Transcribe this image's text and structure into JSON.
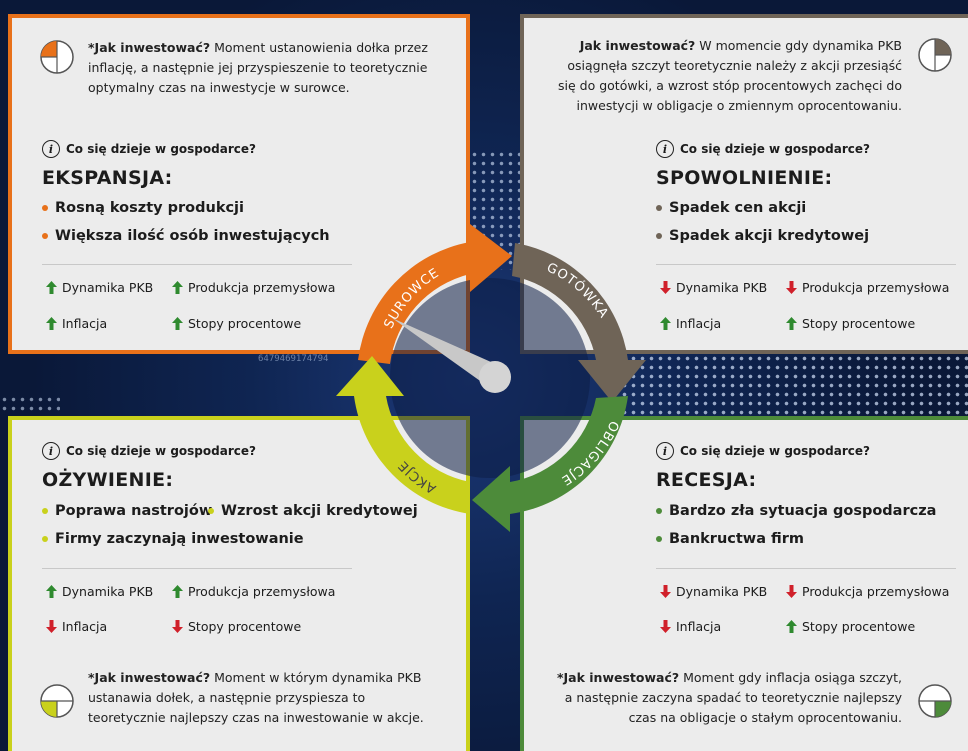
{
  "colors": {
    "surowce": "#e8711a",
    "gotowka": "#6f6457",
    "obligacje": "#4d8b3a",
    "akcje": "#c9d11c",
    "up": "#2f8a2f",
    "down": "#d0202a"
  },
  "cycle": {
    "labels": [
      "SUROWCE",
      "GOTÓWKA",
      "OBLIGACJE",
      "AKCJE"
    ]
  },
  "background": {
    "numbers": "6479469174794"
  },
  "question": "Co się dzieje w gospodarce?",
  "how_label": "*Jak inwestować?",
  "how_label_plain": "Jak inwestować?",
  "panels": {
    "expansion": {
      "how_text": " Moment ustanowienia dołka przez inflację, a następnie jej przyspieszenie to teoretycznie optymalny czas na inwestycje w surowce.",
      "phase": "EKSPANSJA:",
      "bullets": [
        "Rosną koszty produkcji",
        "Większa ilość osób inwestujących"
      ],
      "indicators": [
        {
          "label": "Dynamika PKB",
          "dir": "up"
        },
        {
          "label": "Produkcja przemysłowa",
          "dir": "up"
        },
        {
          "label": "Inflacja",
          "dir": "up"
        },
        {
          "label": "Stopy procentowe",
          "dir": "up"
        }
      ]
    },
    "slowdown": {
      "how_text": " W momencie gdy dynamika PKB osiągnęła szczyt teoretycznie należy z akcji przesiąść się do gotówki, a wzrost stóp procentowych zachęci do inwestycji w obligacje o zmiennym oprocentowaniu.",
      "phase": "SPOWOLNIENIE:",
      "bullets": [
        "Spadek cen akcji",
        "Spadek akcji kredytowej"
      ],
      "indicators": [
        {
          "label": "Dynamika PKB",
          "dir": "down"
        },
        {
          "label": "Produkcja przemysłowa",
          "dir": "down"
        },
        {
          "label": "Inflacja",
          "dir": "up"
        },
        {
          "label": "Stopy procentowe",
          "dir": "up"
        }
      ]
    },
    "recovery": {
      "how_text": " Moment w którym dynamika PKB ustanawia dołek, a następnie przyspiesza to teoretycznie najlepszy czas na inwestowanie w akcje.",
      "phase": "OŻYWIENIE:",
      "bullets": [
        "Poprawa nastrojów",
        "Wzrost akcji kredytowej",
        "Firmy zaczynają inwestowanie"
      ],
      "indicators": [
        {
          "label": "Dynamika PKB",
          "dir": "up"
        },
        {
          "label": "Produkcja przemysłowa",
          "dir": "up"
        },
        {
          "label": "Inflacja",
          "dir": "down"
        },
        {
          "label": "Stopy procentowe",
          "dir": "down"
        }
      ]
    },
    "recession": {
      "how_text": " Moment gdy inflacja osiąga szczyt, a następnie zaczyna spadać to teoretycznie najlepszy czas na obligacje o stałym oprocentowaniu.",
      "phase": "RECESJA:",
      "bullets": [
        "Bardzo zła sytuacja gospodarcza",
        "Bankructwa firm"
      ],
      "indicators": [
        {
          "label": "Dynamika PKB",
          "dir": "down"
        },
        {
          "label": "Produkcja przemysłowa",
          "dir": "down"
        },
        {
          "label": "Inflacja",
          "dir": "down"
        },
        {
          "label": "Stopy procentowe",
          "dir": "up"
        }
      ]
    }
  }
}
